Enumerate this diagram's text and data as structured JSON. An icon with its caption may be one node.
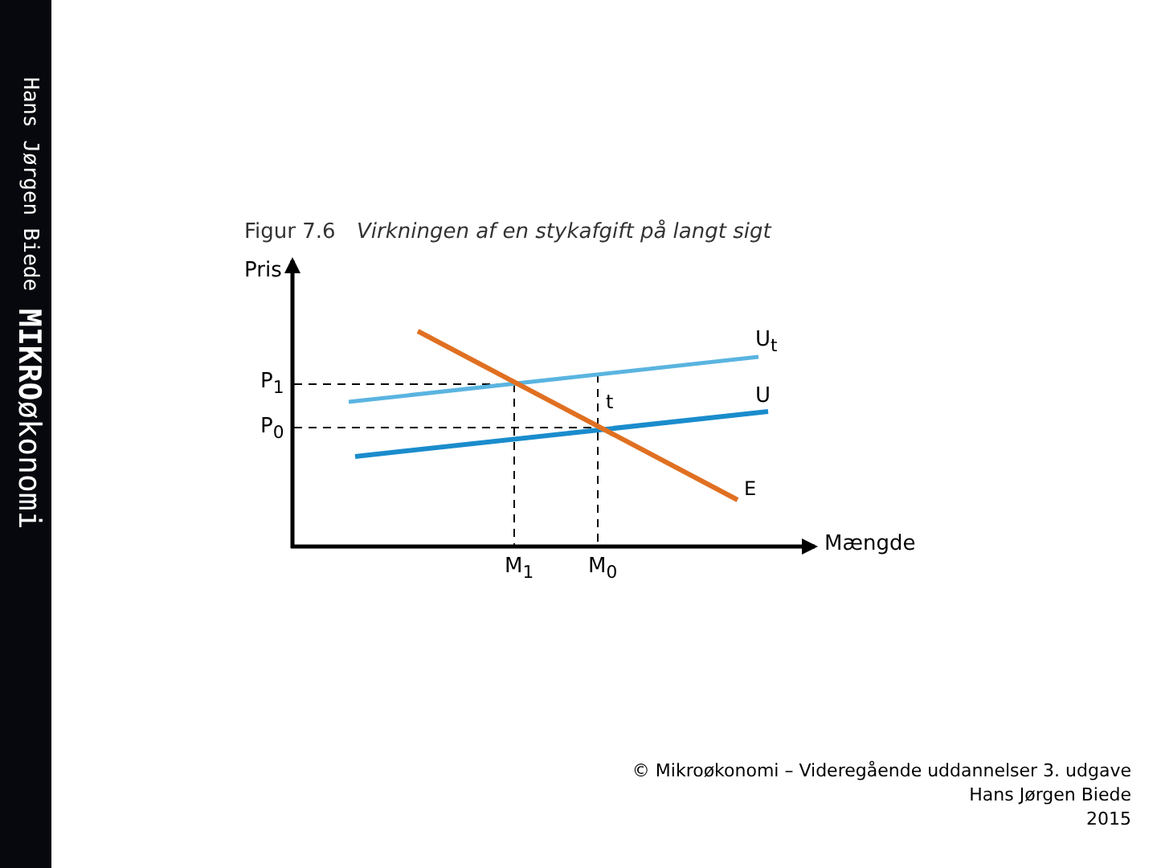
{
  "diagram": {
    "title": "Virkningen af en stykafgift på langt sigt",
    "labels": [
      "Hans Jørgen Biede",
      "**MIKRO**økonomi",
      "Figur 7.6",
      "Pris",
      "U$_{t}$",
      "P$_{1}$",
      "t",
      "U",
      "P$_{0}$",
      "E",
      "Mængde",
      "M$_{1}$",
      "M$_{0}$",
      "© Mikroøkonomi – Videregående uddannelser 3. udgave",
      "Hans Jørgen Biede",
      "2015"
    ]
  }
}
